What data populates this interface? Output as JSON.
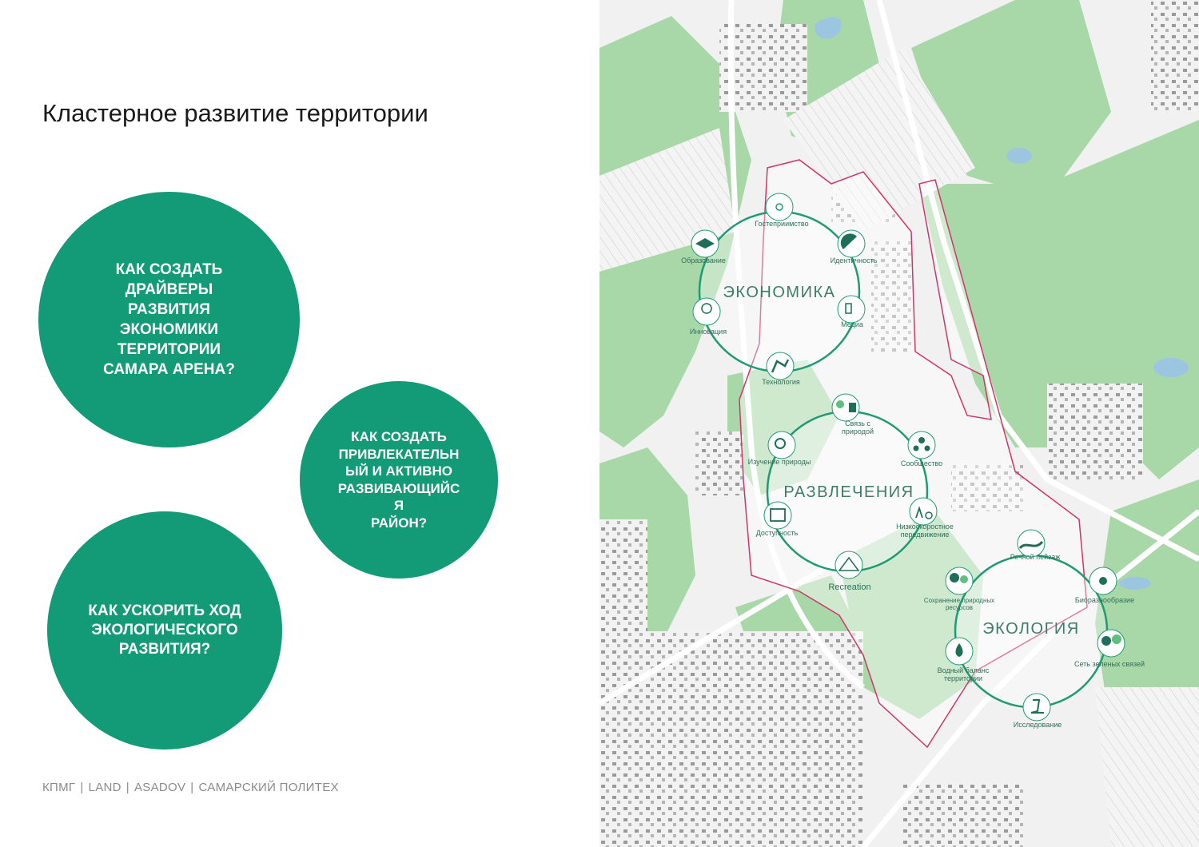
{
  "title": "Кластерное развитие территории",
  "questions": [
    {
      "text": "Как создать\nдрайверы\nразвития\nэкономики\nтерритории\nСамара Арена?"
    },
    {
      "text": "Как создать\nпривлекательн\nый и активно\nразвивающийс\nя\nрайон?"
    },
    {
      "text": "Как ускорить ход\nэкологического\nразвития?"
    }
  ],
  "footer": [
    "КПМГ",
    "LAND",
    "ASADOV",
    "САМАРСКИЙ ПОЛИТЕХ"
  ],
  "footer_separator": "|",
  "colors": {
    "accent": "#139a77",
    "map_green": "#a5d8a5",
    "boundary": "#d0346a",
    "ring": "#1f9a73"
  },
  "map": {
    "clusters": [
      {
        "title": "ЭКОНОМИКА",
        "nodes": [
          {
            "label": "Гостеприимство",
            "icon": "sun-icon"
          },
          {
            "label": "Образование",
            "icon": "graduation-cap-icon"
          },
          {
            "label": "Идентичность",
            "icon": "satellite-dish-icon"
          },
          {
            "label": "Инновация",
            "icon": "lightbulb-icon"
          },
          {
            "label": "Медиа",
            "icon": "phone-media-icon"
          },
          {
            "label": "Технология",
            "icon": "robot-arm-icon"
          }
        ]
      },
      {
        "title": "РАЗВЛЕЧЕНИЯ",
        "nodes": [
          {
            "label": "Связь с",
            "label2": "природой",
            "icon": "tree-building-icon"
          },
          {
            "label": "Изучение природы",
            "icon": "magnifier-leaf-icon"
          },
          {
            "label": "Сообщество",
            "icon": "people-icon"
          },
          {
            "label": "Доступность",
            "icon": "map-icon"
          },
          {
            "label": "Низкоскоростное",
            "label2": "передвижение",
            "icon": "walk-bike-icon"
          },
          {
            "label": "Recreation",
            "icon": "tent-icon"
          }
        ]
      },
      {
        "title": "ЭКОЛОГИЯ",
        "nodes": [
          {
            "label": "Речной пейзаж",
            "icon": "river-icon"
          },
          {
            "label": "Сохранение природных",
            "label2": "ресурсов",
            "icon": "trees-icon"
          },
          {
            "label": "Биоразнообразие",
            "icon": "biodiversity-icon"
          },
          {
            "label": "Водный баланс",
            "label2": "территории",
            "icon": "water-drops-icon"
          },
          {
            "label": "Сеть зеленых связей",
            "icon": "forest-icon"
          },
          {
            "label": "Исследование",
            "icon": "microscope-icon"
          }
        ]
      }
    ]
  }
}
